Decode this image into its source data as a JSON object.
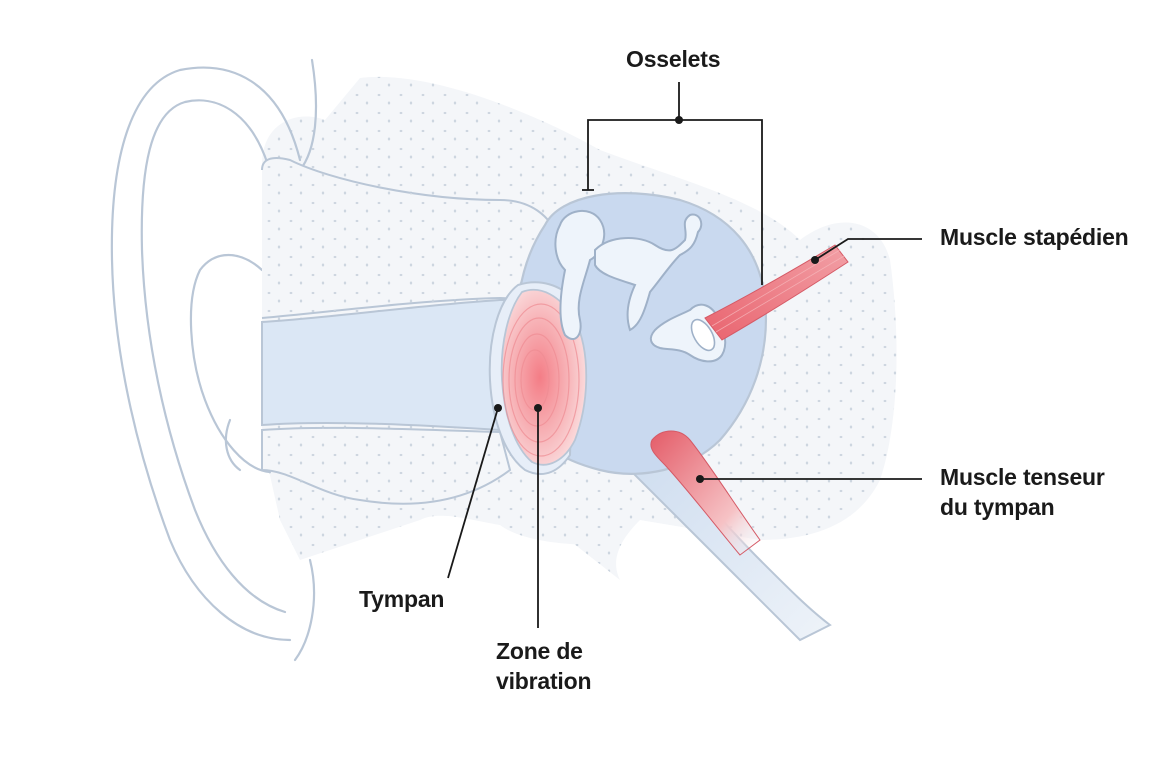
{
  "labels": {
    "osselets": "Osselets",
    "muscle_stapedien": "Muscle stapédien",
    "muscle_tenseur_line1": "Muscle tenseur",
    "muscle_tenseur_line2": "du tympan",
    "tympan": "Tympan",
    "zone_line1": "Zone de",
    "zone_line2": "vibration"
  },
  "colors": {
    "outline": "#b9c6d6",
    "ink": "#1a1a1a",
    "bone_fill": "#f1f4f7",
    "canal_fill": "#dbe7f5",
    "cavity_fill": "#c9d9ef",
    "ossicle_fill": "#eef4fb",
    "muscle": "#e8707a",
    "vibration": "#f28a90"
  }
}
